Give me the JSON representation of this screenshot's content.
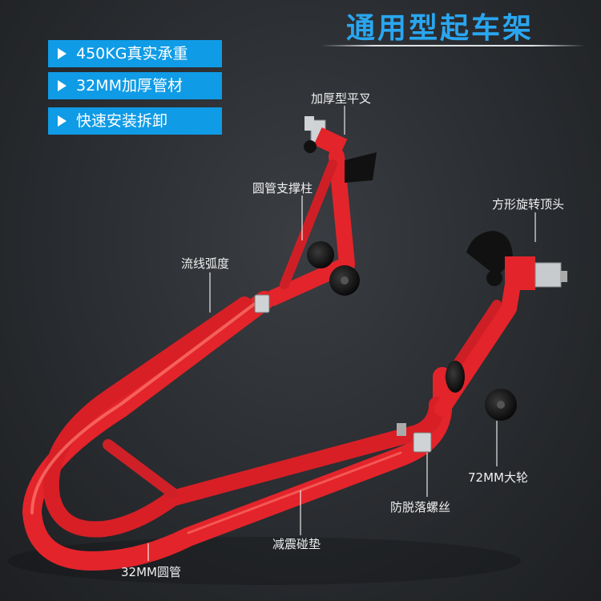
{
  "title": "通用型起车架",
  "features": [
    "450KG真实承重",
    "32MM加厚管材",
    "快速安装拆卸"
  ],
  "callouts": {
    "fork": "加厚型平叉",
    "support": "圆管支撑柱",
    "curve": "流线弧度",
    "rotating_head": "方形旋转顶头",
    "wheel": "72MM大轮",
    "screw": "防脱落螺丝",
    "damper": "减震碰垫",
    "tube": "32MM圆管"
  },
  "colors": {
    "accent": "#0f9be6",
    "title": "#2aa6f0",
    "frame": "#e3242b",
    "background": "#2c2f33"
  }
}
